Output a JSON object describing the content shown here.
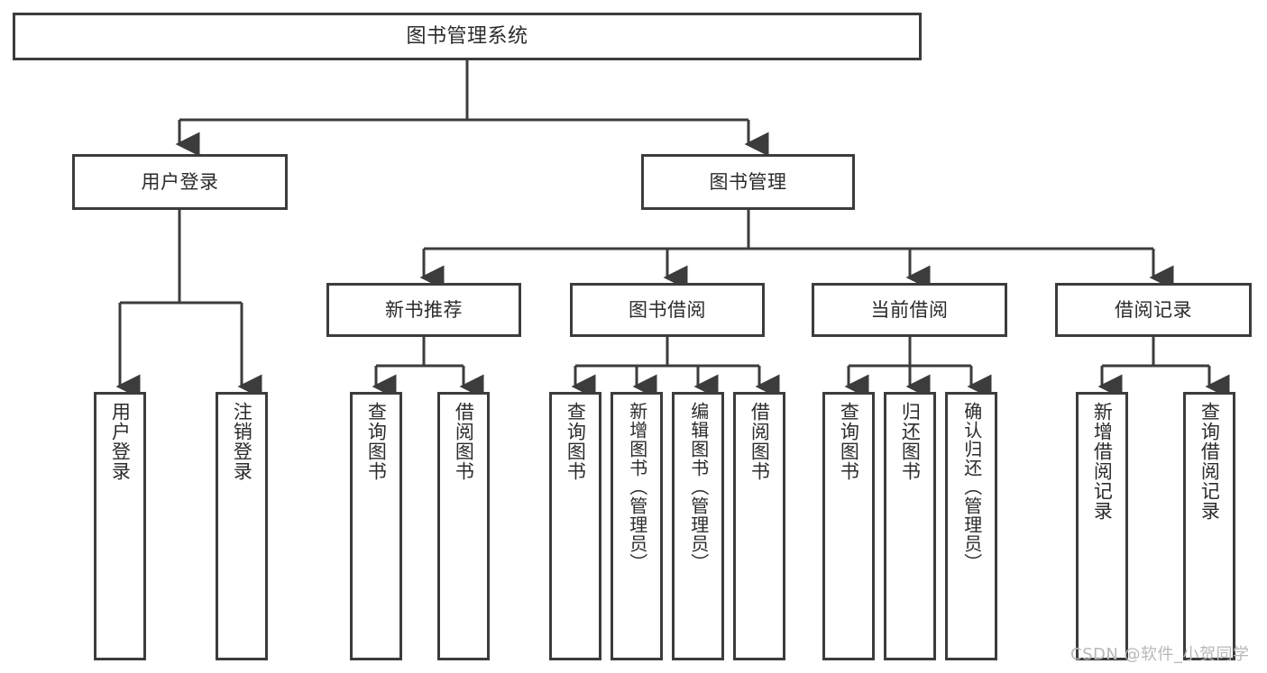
{
  "diagram": {
    "type": "tree-hierarchy",
    "title": "图书管理系统",
    "orientation": "top-down",
    "colors": {
      "background": "#ffffff",
      "box_border": "#3c3c3c",
      "connector": "#3c3c3c",
      "text": "#2b2b2b",
      "watermark": "#b8b8b8"
    },
    "root": {
      "label": "图书管理系统"
    },
    "level2": [
      {
        "label": "用户登录"
      },
      {
        "label": "图书管理"
      }
    ],
    "level3": [
      {
        "label": "新书推荐"
      },
      {
        "label": "图书借阅"
      },
      {
        "label": "当前借阅"
      },
      {
        "label": "借阅记录"
      }
    ],
    "leaves": {
      "user_login": [
        {
          "label": "用户登录"
        },
        {
          "label": "注销登录"
        }
      ],
      "new_book_recommend": [
        {
          "label": "查询图书"
        },
        {
          "label": "借阅图书"
        }
      ],
      "book_borrow": [
        {
          "label": "查询图书"
        },
        {
          "label": "新增图书（管理员）"
        },
        {
          "label": "编辑图书（管理员）"
        },
        {
          "label": "借阅图书"
        }
      ],
      "current_borrow": [
        {
          "label": "查询图书"
        },
        {
          "label": "归还图书"
        },
        {
          "label": "确认归还（管理员）"
        }
      ],
      "borrow_record": [
        {
          "label": "新增借阅记录"
        },
        {
          "label": "查询借阅记录"
        }
      ]
    },
    "watermark": "CSDN @软件_小贺同学"
  }
}
